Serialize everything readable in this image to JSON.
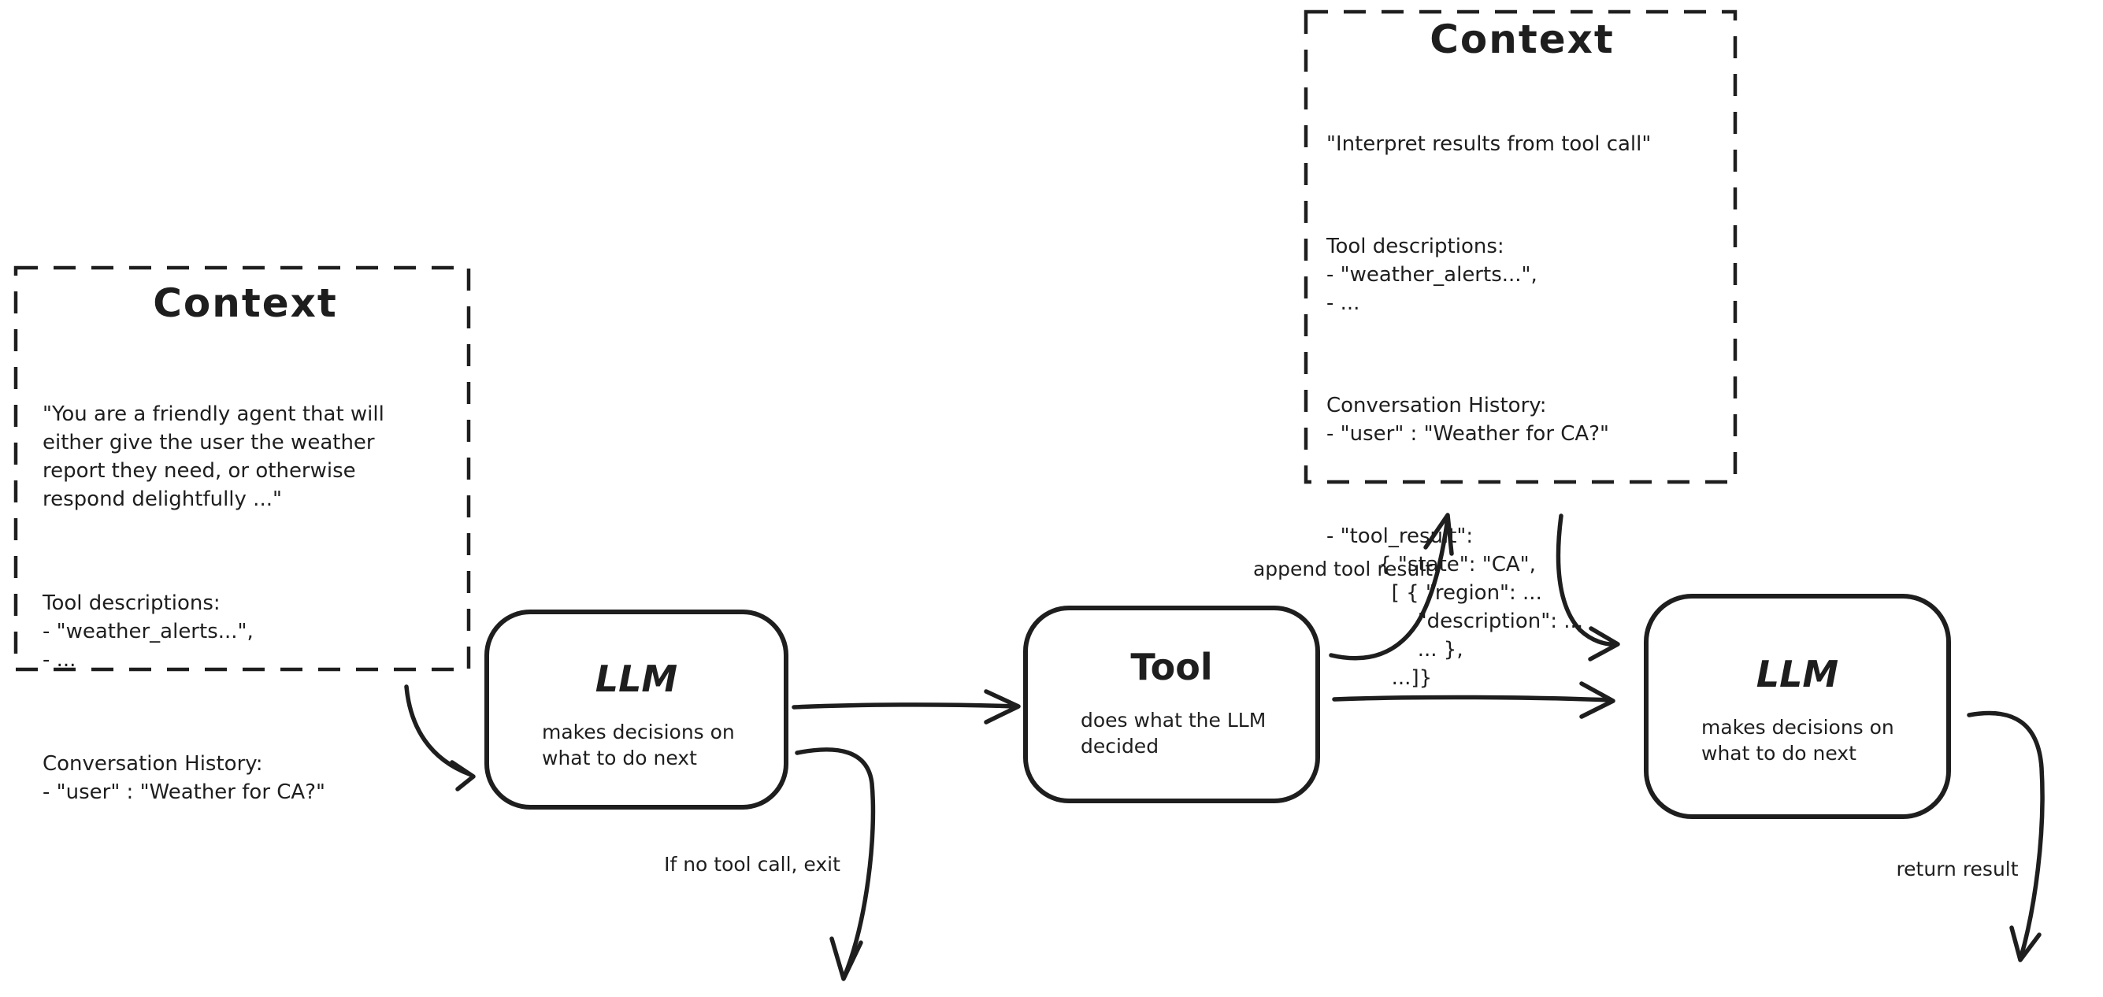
{
  "canvas": {
    "background_color": "#ffffff",
    "ink_color": "#1e1e1e"
  },
  "boxes": {
    "context_initial": {
      "title": "Context",
      "system_prompt": "\"You are a friendly agent that will\neither give the user the weather\nreport they need, or otherwise\nrespond delightfully ...\"",
      "tool_descriptions": "Tool descriptions:\n- \"weather_alerts...\",\n- ...",
      "conversation_history": "Conversation History:\n- \"user\" : \"Weather for CA?\""
    },
    "context_with_result": {
      "title": "Context",
      "system_prompt": "\"Interpret results from tool call\"",
      "tool_descriptions": "Tool descriptions:\n- \"weather_alerts...\",\n- ...",
      "conversation_history": "Conversation History:\n- \"user\" : \"Weather for CA?\"",
      "tool_result": "- \"tool_result\":\n        { \"state\": \"CA\",\n          [ { \"region\": ...\n              \"description\": ...\n              ... },\n          ...]}"
    },
    "llm_first": {
      "title": "LLM",
      "subtitle": "makes decisions on\nwhat to do next"
    },
    "tool": {
      "title": "Tool",
      "subtitle": "does what the LLM\ndecided"
    },
    "llm_second": {
      "title": "LLM",
      "subtitle": "makes decisions on\nwhat to do next"
    }
  },
  "arrow_labels": {
    "append_tool_result": "append tool result",
    "no_tool_call_exit": "If no tool call, exit",
    "return_result": "return result"
  }
}
